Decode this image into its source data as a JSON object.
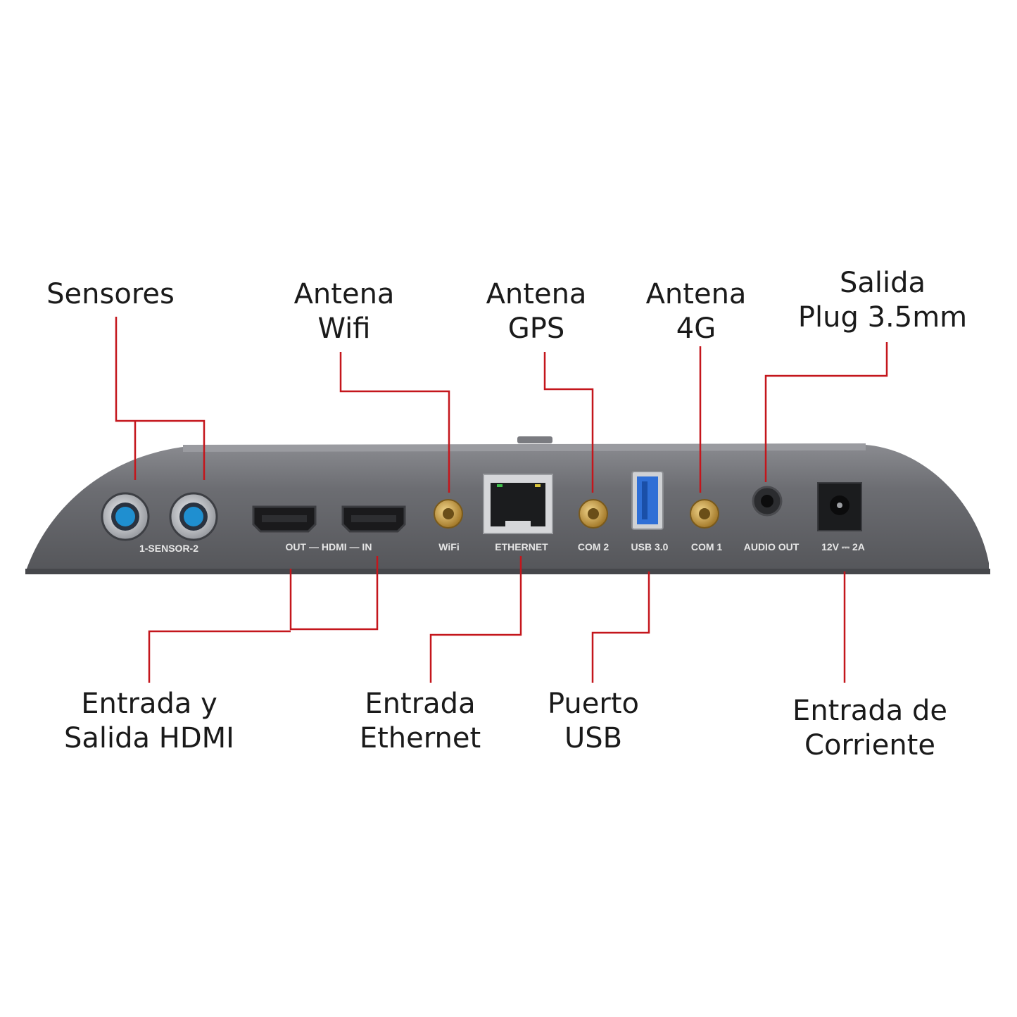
{
  "callouts": {
    "sensores": [
      "Sensores"
    ],
    "antena_wifi": [
      "Antena",
      "Wifi"
    ],
    "antena_gps": [
      "Antena",
      "GPS"
    ],
    "antena_4g": [
      "Antena",
      "4G"
    ],
    "salida_plug": [
      "Salida",
      "Plug 3.5mm"
    ],
    "hdmi": [
      "Entrada y",
      "Salida HDMI"
    ],
    "ethernet": [
      "Entrada",
      "Ethernet"
    ],
    "usb": [
      "Puerto",
      "USB"
    ],
    "corriente": [
      "Entrada de",
      "Corriente"
    ]
  },
  "port_labels": {
    "sensor": "1-SENSOR-2",
    "hdmi": "OUT — HDMI — IN",
    "wifi": "WiFi",
    "ethernet": "ETHERNET",
    "com2": "COM 2",
    "usb": "USB 3.0",
    "com1": "COM 1",
    "audio": "AUDIO OUT",
    "power": "12V ⎓ 2A"
  },
  "colors": {
    "leader_line": "#c4161c",
    "device_body": "#6b6c70",
    "usb_accent": "#2f6fd6",
    "connector_gold": "#c9a24a"
  }
}
